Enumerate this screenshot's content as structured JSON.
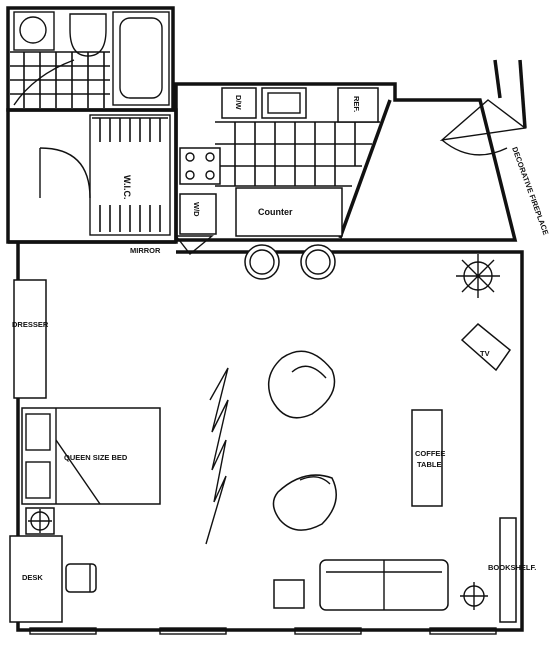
{
  "labels": {
    "dresser": "DRESSER",
    "queen_bed": "QUEEN SIZE BED",
    "desk": "DESK",
    "mirror": "MIRROR",
    "tv": "TV",
    "coffee_table_line1": "COFFEE",
    "coffee_table_line2": "TABLE",
    "bookshelf": "BOOKSHELF.",
    "fireplace": "DECORATIVE FIREPLACE",
    "counter": "Counter",
    "walk_in": "W.I.C.",
    "ref": "REF.",
    "dw": "D/W",
    "wash": "W/D"
  }
}
